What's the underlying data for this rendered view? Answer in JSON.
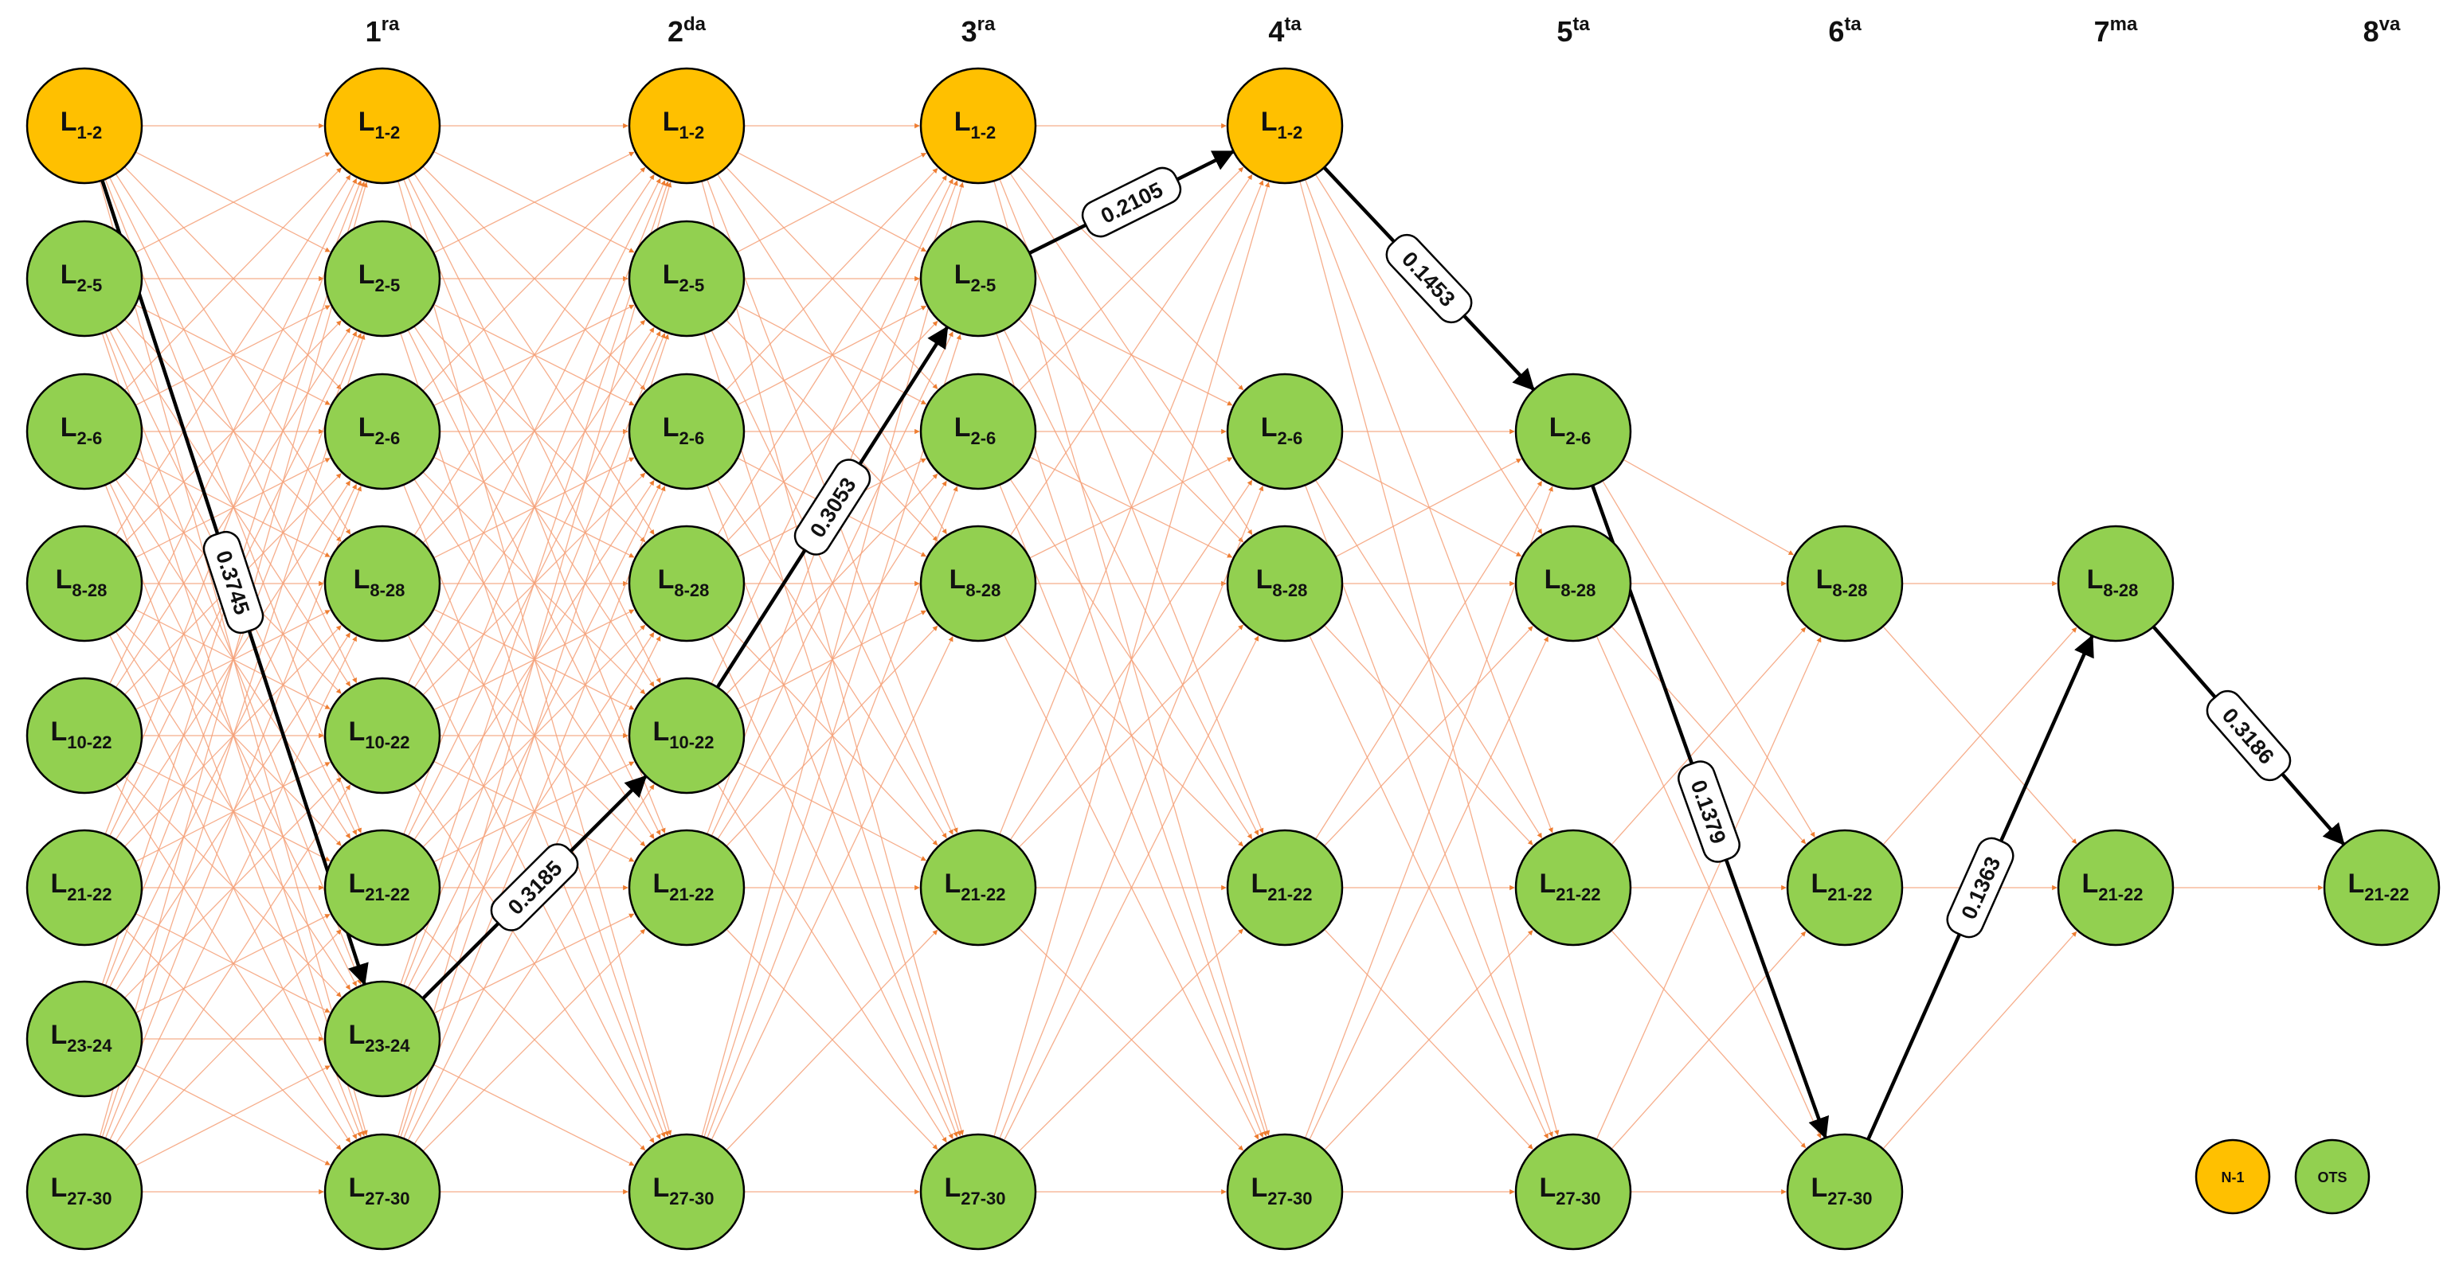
{
  "colors": {
    "n1": "#ffc000",
    "ots": "#92d050",
    "edge": "#f4a078",
    "arrow": "#ee7d31",
    "path": "#000000"
  },
  "stages": [
    {
      "num": "",
      "sup": ""
    },
    {
      "num": "1",
      "sup": "ra"
    },
    {
      "num": "2",
      "sup": "da"
    },
    {
      "num": "3",
      "sup": "ra"
    },
    {
      "num": "4",
      "sup": "ta"
    },
    {
      "num": "5",
      "sup": "ta"
    },
    {
      "num": "6",
      "sup": "ta"
    },
    {
      "num": "7",
      "sup": "ma"
    },
    {
      "num": "8",
      "sup": "va"
    }
  ],
  "nodes": [
    {
      "id": "0-1-2",
      "stage": 0,
      "row": 0,
      "sub": "1-2",
      "type": "n1"
    },
    {
      "id": "0-2-5",
      "stage": 0,
      "row": 1,
      "sub": "2-5",
      "type": "ots"
    },
    {
      "id": "0-2-6",
      "stage": 0,
      "row": 2,
      "sub": "2-6",
      "type": "ots"
    },
    {
      "id": "0-8-28",
      "stage": 0,
      "row": 3,
      "sub": "8-28",
      "type": "ots"
    },
    {
      "id": "0-10-22",
      "stage": 0,
      "row": 4,
      "sub": "10-22",
      "type": "ots"
    },
    {
      "id": "0-21-22",
      "stage": 0,
      "row": 5,
      "sub": "21-22",
      "type": "ots"
    },
    {
      "id": "0-23-24",
      "stage": 0,
      "row": 6,
      "sub": "23-24",
      "type": "ots"
    },
    {
      "id": "0-27-30",
      "stage": 0,
      "row": 7,
      "sub": "27-30",
      "type": "ots"
    },
    {
      "id": "1-1-2",
      "stage": 1,
      "row": 0,
      "sub": "1-2",
      "type": "n1"
    },
    {
      "id": "1-2-5",
      "stage": 1,
      "row": 1,
      "sub": "2-5",
      "type": "ots"
    },
    {
      "id": "1-2-6",
      "stage": 1,
      "row": 2,
      "sub": "2-6",
      "type": "ots"
    },
    {
      "id": "1-8-28",
      "stage": 1,
      "row": 3,
      "sub": "8-28",
      "type": "ots"
    },
    {
      "id": "1-10-22",
      "stage": 1,
      "row": 4,
      "sub": "10-22",
      "type": "ots"
    },
    {
      "id": "1-21-22",
      "stage": 1,
      "row": 5,
      "sub": "21-22",
      "type": "ots"
    },
    {
      "id": "1-23-24",
      "stage": 1,
      "row": 6,
      "sub": "23-24",
      "type": "ots"
    },
    {
      "id": "1-27-30",
      "stage": 1,
      "row": 7,
      "sub": "27-30",
      "type": "ots"
    },
    {
      "id": "2-1-2",
      "stage": 2,
      "row": 0,
      "sub": "1-2",
      "type": "n1"
    },
    {
      "id": "2-2-5",
      "stage": 2,
      "row": 1,
      "sub": "2-5",
      "type": "ots"
    },
    {
      "id": "2-2-6",
      "stage": 2,
      "row": 2,
      "sub": "2-6",
      "type": "ots"
    },
    {
      "id": "2-8-28",
      "stage": 2,
      "row": 3,
      "sub": "8-28",
      "type": "ots"
    },
    {
      "id": "2-10-22",
      "stage": 2,
      "row": 4,
      "sub": "10-22",
      "type": "ots"
    },
    {
      "id": "2-21-22",
      "stage": 2,
      "row": 5,
      "sub": "21-22",
      "type": "ots"
    },
    {
      "id": "2-27-30",
      "stage": 2,
      "row": 7,
      "sub": "27-30",
      "type": "ots"
    },
    {
      "id": "3-1-2",
      "stage": 3,
      "row": 0,
      "sub": "1-2",
      "type": "n1"
    },
    {
      "id": "3-2-5",
      "stage": 3,
      "row": 1,
      "sub": "2-5",
      "type": "ots"
    },
    {
      "id": "3-2-6",
      "stage": 3,
      "row": 2,
      "sub": "2-6",
      "type": "ots"
    },
    {
      "id": "3-8-28",
      "stage": 3,
      "row": 3,
      "sub": "8-28",
      "type": "ots"
    },
    {
      "id": "3-21-22",
      "stage": 3,
      "row": 5,
      "sub": "21-22",
      "type": "ots"
    },
    {
      "id": "3-27-30",
      "stage": 3,
      "row": 7,
      "sub": "27-30",
      "type": "ots"
    },
    {
      "id": "4-1-2",
      "stage": 4,
      "row": 0,
      "sub": "1-2",
      "type": "n1"
    },
    {
      "id": "4-2-6",
      "stage": 4,
      "row": 2,
      "sub": "2-6",
      "type": "ots"
    },
    {
      "id": "4-8-28",
      "stage": 4,
      "row": 3,
      "sub": "8-28",
      "type": "ots"
    },
    {
      "id": "4-21-22",
      "stage": 4,
      "row": 5,
      "sub": "21-22",
      "type": "ots"
    },
    {
      "id": "4-27-30",
      "stage": 4,
      "row": 7,
      "sub": "27-30",
      "type": "ots"
    },
    {
      "id": "5-2-6",
      "stage": 5,
      "row": 2,
      "sub": "2-6",
      "type": "ots"
    },
    {
      "id": "5-8-28",
      "stage": 5,
      "row": 3,
      "sub": "8-28",
      "type": "ots"
    },
    {
      "id": "5-21-22",
      "stage": 5,
      "row": 5,
      "sub": "21-22",
      "type": "ots"
    },
    {
      "id": "5-27-30",
      "stage": 5,
      "row": 7,
      "sub": "27-30",
      "type": "ots"
    },
    {
      "id": "6-8-28",
      "stage": 6,
      "row": 3,
      "sub": "8-28",
      "type": "ots"
    },
    {
      "id": "6-21-22",
      "stage": 6,
      "row": 5,
      "sub": "21-22",
      "type": "ots"
    },
    {
      "id": "6-27-30",
      "stage": 6,
      "row": 7,
      "sub": "27-30",
      "type": "ots"
    },
    {
      "id": "7-8-28",
      "stage": 7,
      "row": 3,
      "sub": "8-28",
      "type": "ots"
    },
    {
      "id": "7-21-22",
      "stage": 7,
      "row": 5,
      "sub": "21-22",
      "type": "ots"
    },
    {
      "id": "8-21-22",
      "stage": 8,
      "row": 5,
      "sub": "21-22",
      "type": "ots"
    }
  ],
  "best_path": [
    {
      "from": "0-1-2",
      "to": "1-23-24",
      "weight": "0.3745"
    },
    {
      "from": "1-23-24",
      "to": "2-10-22",
      "weight": "0.3185"
    },
    {
      "from": "2-10-22",
      "to": "3-2-5",
      "weight": "0.3053"
    },
    {
      "from": "3-2-5",
      "to": "4-1-2",
      "weight": "0.2105"
    },
    {
      "from": "4-1-2",
      "to": "5-2-6",
      "weight": "0.1453"
    },
    {
      "from": "5-2-6",
      "to": "6-27-30",
      "weight": "0.1379"
    },
    {
      "from": "6-27-30",
      "to": "7-8-28",
      "weight": "0.1363"
    },
    {
      "from": "7-8-28",
      "to": "8-21-22",
      "weight": "0.3186"
    }
  ],
  "legend": [
    {
      "label": "N-1",
      "type": "n1"
    },
    {
      "label": "OTS",
      "type": "ots"
    }
  ]
}
